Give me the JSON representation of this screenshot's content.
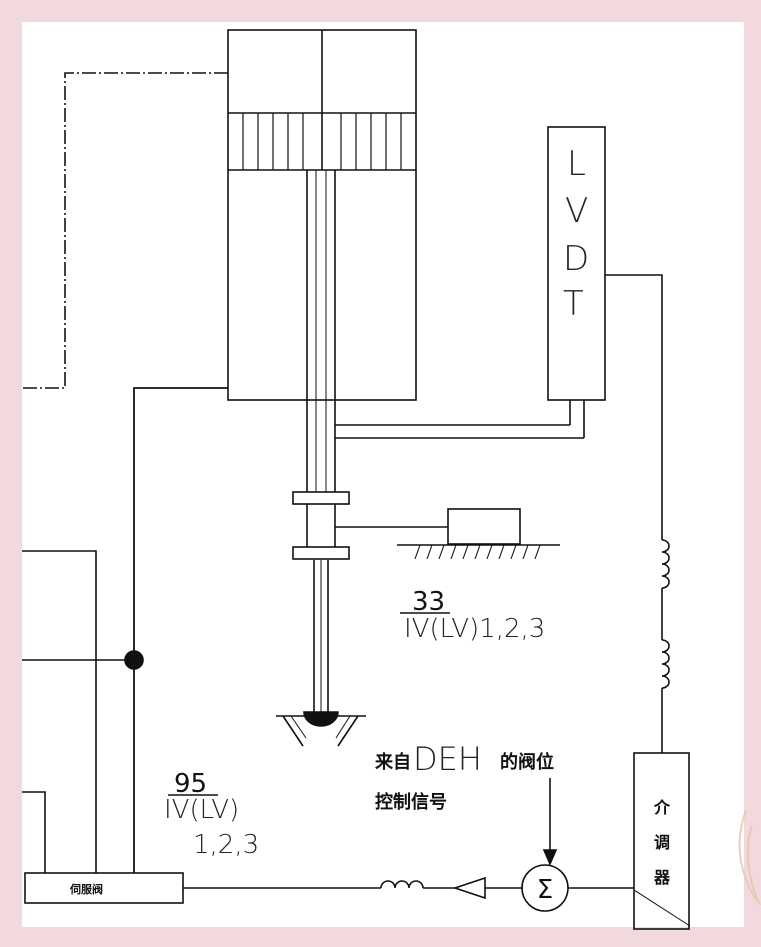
{
  "lvdt": {
    "letters": [
      "L",
      "V",
      "D",
      "T"
    ]
  },
  "label_33": {
    "number": "33",
    "text": "IV(LV)1,2,3"
  },
  "label_95": {
    "number": "95",
    "line1": "IV(LV)",
    "line2": "1,2,3"
  },
  "deh_signal": {
    "line1_a": "来自",
    "line1_b": "DEH",
    "line1_c": "的阀位",
    "line2": "控制信号"
  },
  "servo_valve": {
    "label": "伺服阀"
  },
  "summing_junction": {
    "symbol": "Σ"
  },
  "demodulator": {
    "chars": [
      "介",
      "调",
      "器"
    ]
  },
  "colors": {
    "background": "#f2d9de",
    "paper": "#ffffff",
    "ink": "#111111"
  }
}
